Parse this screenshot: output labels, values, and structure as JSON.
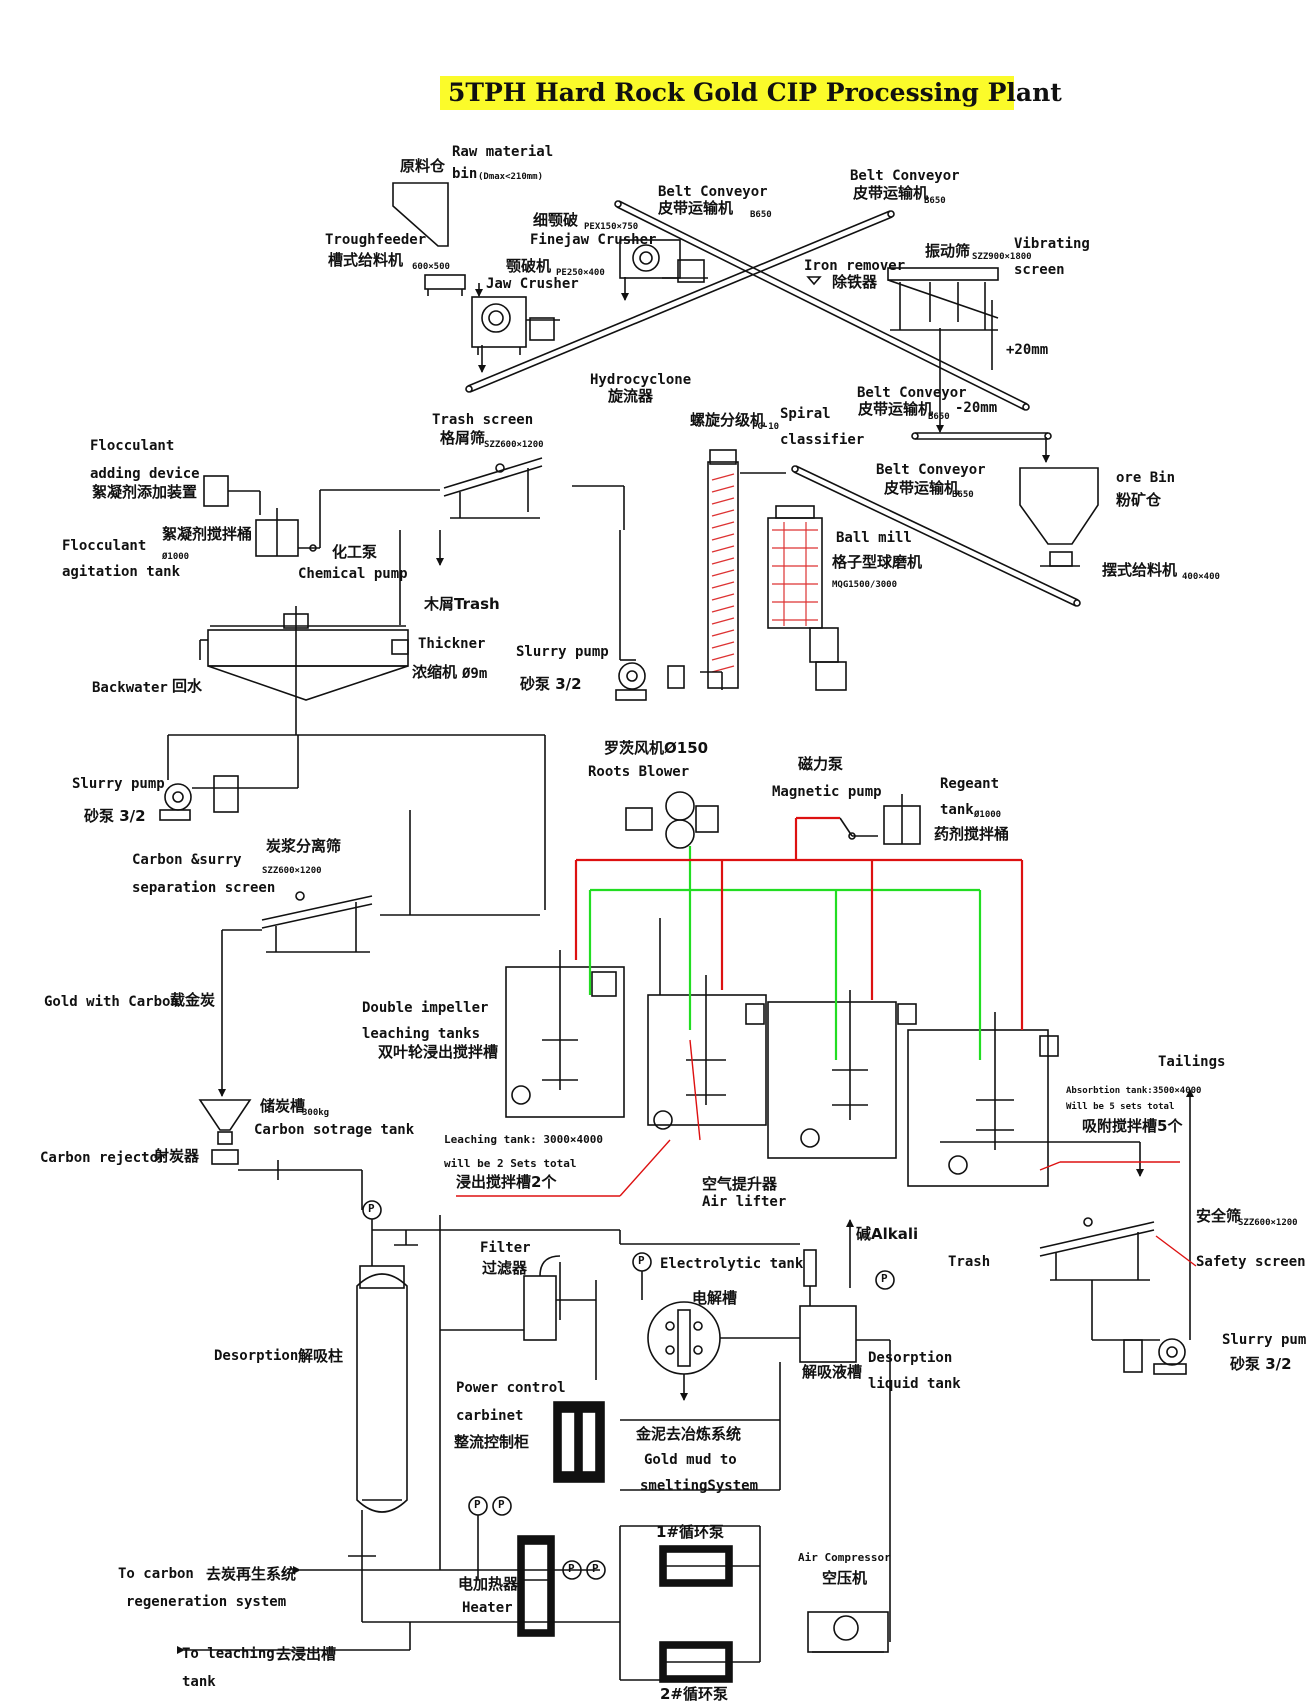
{
  "title": "5TPH Hard Rock Gold CIP Processing Plant",
  "colors": {
    "highlight": "#fbfb2a",
    "air_line": "#22dd22",
    "reagent_line": "#dd1111",
    "pipe": "#111111"
  },
  "labels": {
    "raw_bin_cn": "原料仓",
    "raw_bin_en": "Raw material",
    "raw_bin_en2": "bin",
    "raw_bin_spec": "(Dmax<210mm)",
    "trough_en": "Troughfeeder",
    "trough_cn": "槽式给料机",
    "trough_spec": "600×500",
    "fine_jaw_cn": "细颚破",
    "fine_jaw_spec": "PEX150×750",
    "fine_jaw_en": "Finejaw Crusher",
    "jaw_cn": "颚破机",
    "jaw_spec": "PE250×400",
    "jaw_en": "Jaw Crusher",
    "belt1_en": "Belt Conveyor",
    "belt1_cn": "皮带运输机",
    "belt1_spec": "B650",
    "belt2_en": "Belt Conveyor",
    "belt2_cn": "皮带运输机",
    "belt2_spec": "B650",
    "iron_en": "Iron remover",
    "iron_cn": "除铁器",
    "vib_cn": "振动筛",
    "vib_spec": "SZZ900×1800",
    "vib_en1": "Vibrating",
    "vib_en2": "screen",
    "plus20": "+20mm",
    "minus20": "-20mm",
    "belt3_en": "Belt Conveyor",
    "belt3_cn": "皮带运输机",
    "belt3_spec": "B650",
    "belt4_en": "Belt Conveyor",
    "belt4_cn": "皮带运输机",
    "belt4_spec": "B650",
    "ore_bin_en": "ore Bin",
    "ore_bin_cn": "粉矿仓",
    "swing_cn": "摆式给料机",
    "swing_spec": "400×400",
    "hydro_en": "Hydrocyclone",
    "hydro_cn": "旋流器",
    "spiral_cn": "螺旋分级机",
    "spiral_spec": "FG-10",
    "spiral_en1": "Spiral",
    "spiral_en2": "classifier",
    "ballmill_en": "Ball mill",
    "ballmill_cn": "格子型球磨机",
    "ballmill_spec": "MQG1500/3000",
    "trash_screen_en": "Trash screen",
    "trash_screen_cn": "格屑筛",
    "trash_screen_spec": "SZZ600×1200",
    "floc_dev_en1": "Flocculant",
    "floc_dev_en2": "adding device",
    "floc_dev_cn": "絮凝剂添加装置",
    "floc_tank_en1": "Flocculant",
    "floc_tank_en2": "agitation tank",
    "floc_tank_cn": "絮凝剂搅拌桶",
    "floc_tank_spec": "Ø1000",
    "chem_pump_cn": "化工泵",
    "chem_pump_en": "Chemical pump",
    "trash_cn": "木屑Trash",
    "thickner_en": "Thickner",
    "thickner_cn": "浓缩机",
    "thickner_spec": "Ø9m",
    "backwater_en": "Backwater",
    "backwater_cn": "回水",
    "slurry_pump1_en": "Slurry pump",
    "slurry_pump1_cn": "砂泵 3/2",
    "slurry_pump2_en": "Slurry pump",
    "slurry_pump2_cn": "砂泵 3/2",
    "roots_cn": "罗茨风机Ø150",
    "roots_en": "Roots Blower",
    "mag_cn": "磁力泵",
    "mag_en": "Magnetic pump",
    "reagent_en1": "Regeant",
    "reagent_en2": "tank",
    "reagent_spec": "Ø1000",
    "reagent_cn": "药剂搅拌桶",
    "carbon_sep_en1": "Carbon &surry",
    "carbon_sep_en2": "separation screen",
    "carbon_sep_cn": "炭浆分离筛",
    "carbon_sep_spec": "SZZ600×1200",
    "gold_carbon_en": "Gold with Carbon",
    "gold_carbon_cn": "载金炭",
    "double_en1": "Double impeller",
    "double_en2": "leaching tanks",
    "double_cn": "双叶轮浸出搅拌槽",
    "carbon_store_cn": "储炭槽",
    "carbon_store_spec": "300kg",
    "carbon_store_en": "Carbon sotrage tank",
    "carbon_rej_en": "Carbon rejector",
    "carbon_rej_cn": "射炭器",
    "leach_spec": "Leaching tank: 3000×4000",
    "leach_sets": "will be 2 Sets total",
    "leach_cn": "浸出搅拌槽2个",
    "air_lifter_cn": "空气提升器",
    "air_lifter_en": "Air lifter",
    "absorb_spec": "Absorbtion tank:3500×4000",
    "absorb_sets": "Will be 5 sets total",
    "absorb_cn": "吸附搅拌槽5个",
    "tailings": "Tailings",
    "safety_cn": "安全筛",
    "safety_spec": "SZZ600×1200",
    "safety_en": "Safety screen",
    "trash2": "Trash",
    "slurry_pump3_en": "Slurry pump",
    "slurry_pump3_cn": "砂泵 3/2",
    "filter_en": "Filter",
    "filter_cn": "过滤器",
    "electro_en": "Electrolytic tank",
    "electro_cn": "电解槽",
    "alkali": "碱Alkali",
    "desorb_liq_cn": "解吸液槽",
    "desorb_liq_en1": "Desorption",
    "desorb_liq_en2": "liquid tank",
    "desorption_en": "Desorption",
    "desorption_cn": "解吸柱",
    "power_en1": "Power control",
    "power_en2": "carbinet",
    "power_cn": "整流控制柜",
    "gold_mud_cn": "金泥去冶炼系统",
    "gold_mud_en1": "Gold mud to",
    "gold_mud_en2": "smeltingSystem",
    "to_carbon_en1": "To carbon",
    "to_carbon_cn": "去炭再生系统",
    "to_carbon_en2": "regeneration system",
    "heater_cn": "电加热器",
    "heater_en": "Heater",
    "circ1_cn": "1#循环泵",
    "circ2_cn": "2#循环泵",
    "air_comp_en": "Air Compressor",
    "air_comp_cn": "空压机",
    "to_leach_en1": "To leaching",
    "to_leach_cn": "去浸出槽",
    "to_leach_en2": "tank",
    "p": "P"
  }
}
